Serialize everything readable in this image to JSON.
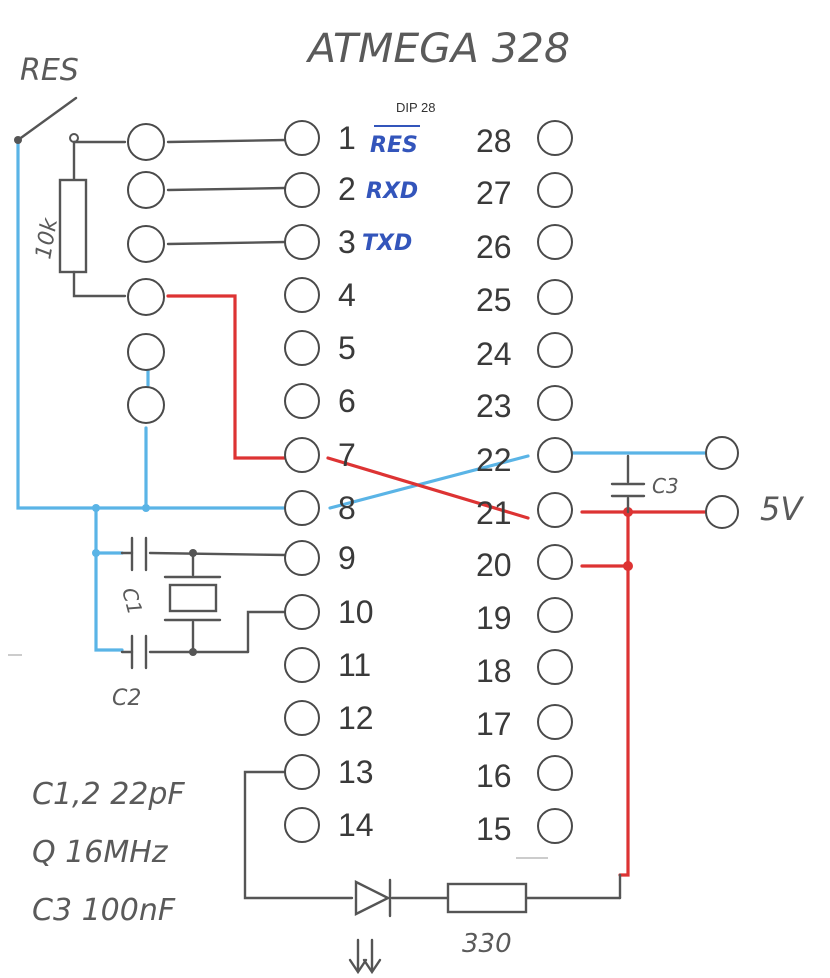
{
  "title": "ATMEGA 328",
  "package": "DIP 28",
  "reset_label": "RES",
  "resistor_label": "10k",
  "signals": {
    "pin1": "RES",
    "pin2": "RXD",
    "pin3": "TXD"
  },
  "left_pins": [
    "1",
    "2",
    "3",
    "4",
    "5",
    "6",
    "7",
    "8",
    "9",
    "10",
    "11",
    "12",
    "13",
    "14"
  ],
  "right_pins": [
    "28",
    "27",
    "26",
    "25",
    "24",
    "23",
    "22",
    "21",
    "20",
    "19",
    "18",
    "17",
    "16",
    "15"
  ],
  "capacitor_labels": {
    "c1": "C1",
    "c2": "C2",
    "c3": "C3"
  },
  "supply_label": "5V",
  "led_resistor_label": "330",
  "parts_notes": [
    "C1,2 22pF",
    "Q 16MHz",
    "C3 100nF"
  ],
  "colors": {
    "pencil": "#555555",
    "ground": "#5ab4e6",
    "vcc": "#dd3333",
    "signal": "#3355bb"
  }
}
